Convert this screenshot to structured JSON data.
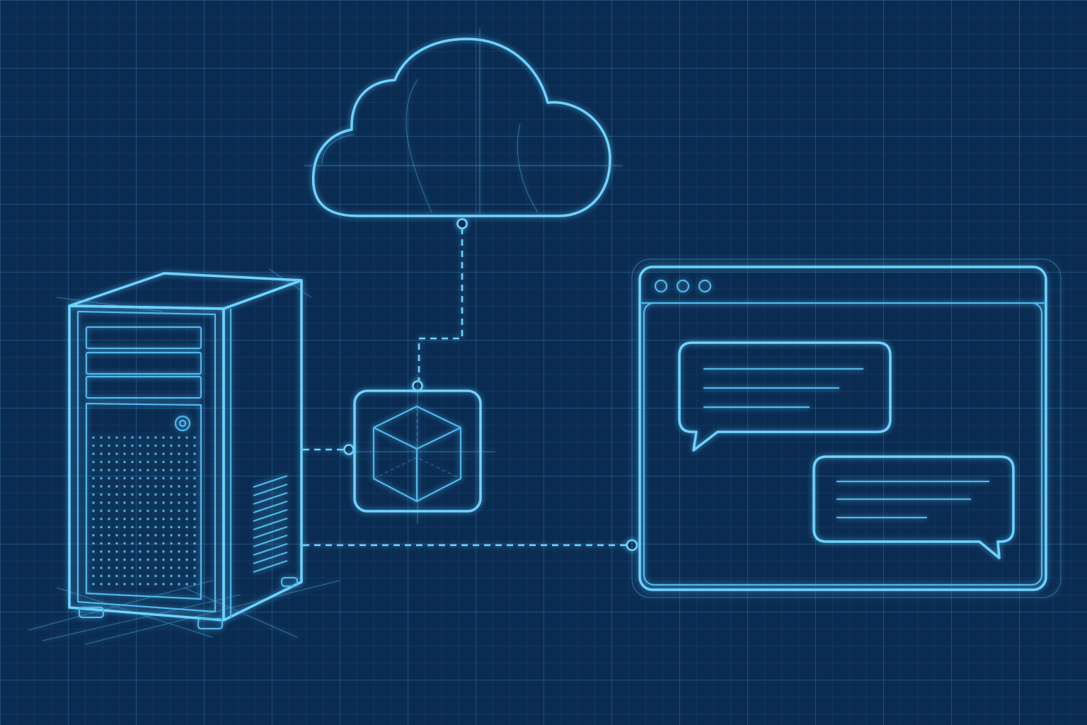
{
  "diagram": {
    "nodes": [
      {
        "id": "cloud",
        "icon": "cloud-icon"
      },
      {
        "id": "server",
        "icon": "server-tower-icon"
      },
      {
        "id": "module",
        "icon": "cube-icon"
      },
      {
        "id": "chat-window",
        "icon": "chat-window-icon"
      }
    ],
    "edges": [
      {
        "from": "cloud",
        "to": "module",
        "style": "dashed"
      },
      {
        "from": "server",
        "to": "module",
        "style": "dashed"
      },
      {
        "from": "server",
        "to": "chat-window",
        "style": "dashed"
      }
    ],
    "colors": {
      "background": "#0b2c52",
      "grid": "#3c8cc4",
      "line": "#6fd3ff"
    }
  }
}
